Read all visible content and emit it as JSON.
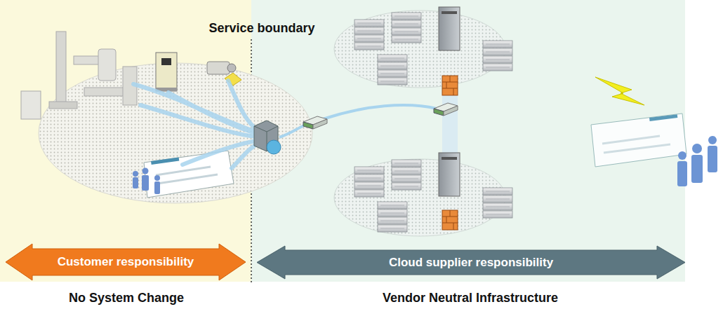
{
  "diagram": {
    "nodes": [
      {
        "text": [
          "Customer responsibility"
        ]
      },
      {
        "text": [
          "Cloud supplier responsibility"
        ]
      }
    ],
    "labels": [
      "Service boundary",
      "No System Change",
      "Vendor Neutral Infrastructure"
    ]
  }
}
